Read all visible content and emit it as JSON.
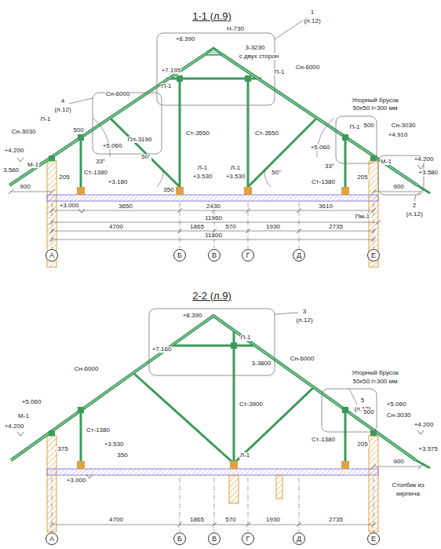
{
  "diagram": {
    "nodes": [
      {
        "text": [
          "А"
        ]
      },
      {
        "text": [
          "Б"
        ]
      },
      {
        "text": [
          "В"
        ]
      },
      {
        "text": [
          "Г"
        ]
      },
      {
        "text": [
          "Д"
        ]
      },
      {
        "text": [
          "Е"
        ]
      },
      {
        "text": [
          "А"
        ]
      },
      {
        "text": [
          "Б"
        ]
      },
      {
        "text": [
          "В"
        ]
      },
      {
        "text": [
          "Г"
        ]
      },
      {
        "text": [
          "Д"
        ]
      },
      {
        "text": [
          "Е"
        ]
      }
    ],
    "labels": [
      "1-1 (л.9)",
      "1",
      "(л.12)",
      "+8.390",
      "Н-730",
      "3-3230",
      "с двух сторон",
      "+7.195",
      "П-1",
      "П-1",
      "Сн-6000",
      "Сн-6000",
      "4",
      "(л.12)",
      "П-1",
      "500",
      "Сн-3030",
      "+5.060",
      "50°",
      "33°",
      "+4.200",
      "М-1",
      "Ст-1380",
      "205",
      "3.580",
      "+3.180",
      "Пл-3190",
      "Ст-3550",
      "Ст-3550",
      "350",
      "900",
      "Л-1",
      "+3.530",
      "Л-1",
      "+3.530",
      "+3.000",
      "3650",
      "2430",
      "3610",
      "Пм-1",
      "11960",
      "4700",
      "1865",
      "570",
      "1930",
      "2735",
      "11800",
      "Упорный брусок",
      "50x50 l=300 мм",
      "500",
      "Сн-3030",
      "+4.910",
      "П-1",
      "+5.060",
      "М-1",
      "+4.200",
      "+3.580",
      "33°",
      "50°",
      "205",
      "Ст-1380",
      "900",
      "2",
      "(л.12)",
      "2-2 (л.9)",
      "+8.390",
      "3",
      "(л.12)",
      "П-1",
      "3-3800",
      "+7.160",
      "Сн-6000",
      "Сн-6000",
      "Упорный брусок",
      "50x50 l=300 мм",
      "5",
      "(л.12)",
      "+5.060",
      "М-1",
      "+4.200",
      "Ст-1380",
      "375",
      "+3.530",
      "350",
      "+3.000",
      "Ст-3900",
      "Л-1",
      "500",
      "+5.060",
      "Сн-3030",
      "+4.200",
      "+3.575",
      "Ст-1380",
      "205",
      "900",
      "Столбик из",
      "кирпича",
      "4700",
      "1865",
      "570",
      "1930",
      "2735"
    ]
  }
}
